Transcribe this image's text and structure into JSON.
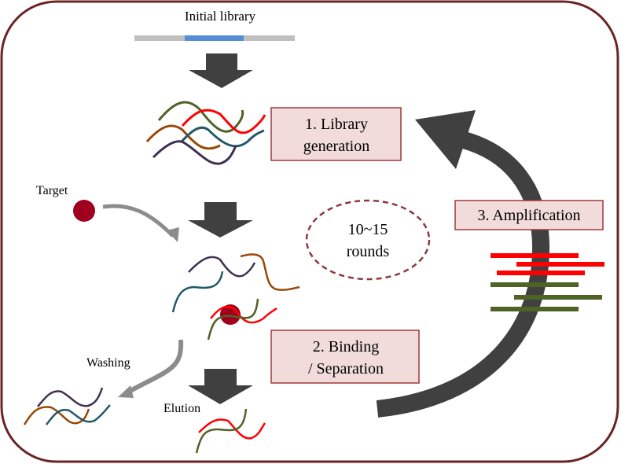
{
  "labels": {
    "initial_library": "Initial library",
    "target": "Target",
    "washing": "Washing",
    "elution": "Elution",
    "rounds_line1": "10~15",
    "rounds_line2": "rounds"
  },
  "steps": [
    {
      "line1": "1. Library",
      "line2": "generation"
    },
    {
      "line1": "2. Binding",
      "line2": "/ Separation"
    },
    {
      "line1": "3. Amplification"
    }
  ],
  "colors": {
    "frame": "#6b2426",
    "step_box_fill": "#f2dcdb",
    "step_box_border": "#a0383c",
    "target": "#a0001e",
    "arrow": "#404040",
    "gray_arrow": "#8c8c8c",
    "library_primer": "#bfbfbf",
    "library_random": "#558ed5",
    "strand_red": "#ff0000",
    "strand_olive": "#4f6228",
    "strand_brown": "#984807",
    "strand_teal": "#215968",
    "strand_purple": "#3f3151"
  }
}
